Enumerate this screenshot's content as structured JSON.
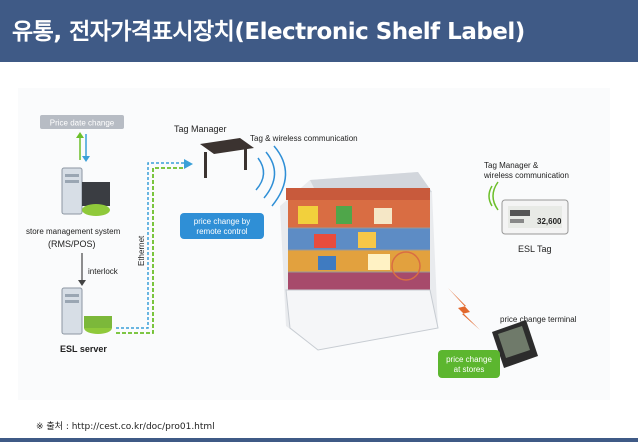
{
  "slide": {
    "title": "유통, 전자가격표시장치(Electronic Shelf Label)",
    "source": "※ 출처 : http://cest.co.kr/doc/pro01.html"
  },
  "diagram": {
    "price_date_change": "Price date change",
    "store_mgmt_line1": "store management system",
    "store_mgmt_line2": "(RMS/POS)",
    "interlock": "interlock",
    "ethernet": "Ethernet",
    "esl_server": "ESL server",
    "tag_manager": "Tag Manager",
    "tag_wireless": "Tag & wireless communication",
    "remote_line1": "price change by",
    "remote_line2": "remote control",
    "tm_wireless_line1": "Tag Manager &",
    "tm_wireless_line2": "wireless communication",
    "esl_tag": "ESL Tag",
    "tag_price": "32,600",
    "price_terminal": "price change terminal",
    "stores_line1": "price change",
    "stores_line2": "at stores"
  },
  "colors": {
    "title_bar": "#3f5a86",
    "arrow_green": "#6cbf2a",
    "arrow_blue": "#3aa0d8",
    "callout_blue": "#2f8fd6",
    "callout_green": "#5cb62f"
  }
}
